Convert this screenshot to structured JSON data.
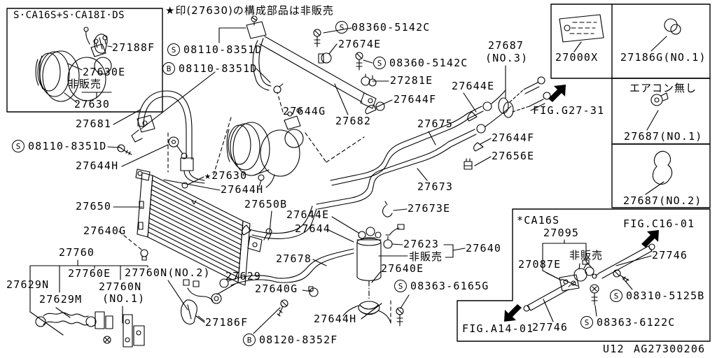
{
  "colors": {
    "background": "#ffffff",
    "line": "#000000",
    "text": "#000000"
  },
  "note": {
    "assembly_note": "★印(27630)の構成部品は非販売"
  },
  "inset_compressor": {
    "title": "S·CA16S+S·CA18I·DS",
    "parts": {
      "p27188F": "27188F",
      "p27630E": "27630E",
      "not_sold": "非販売",
      "p27630": "27630"
    }
  },
  "main": {
    "parts": {
      "p27674E": "27674E",
      "p27281E": "27281E",
      "p27687no3_line1": "27687",
      "p27687no3_line2": "(NO.3)",
      "p27644E_a": "27644E",
      "p27644F_a": "27644F",
      "p27644G": "27644G",
      "p27682": "27682",
      "p27675": "27675",
      "p27644F_b": "27644F",
      "p27656E": "27656E",
      "p27681": "27681",
      "p27644H_a": "27644H",
      "star27630": "★27630",
      "p27644H_b": "27644H",
      "p27673": "27673",
      "p27650": "27650",
      "p27650B": "27650B",
      "p27673E": "27673E",
      "p27644E_b": "27644E",
      "p27644": "27644",
      "p27640G_a": "27640G",
      "p27623": "27623",
      "p27640": "27640",
      "not_sold": "非販売",
      "p27678": "27678",
      "p27760": "27760",
      "p27640E": "27640E",
      "p27760E": "27760E",
      "p27760N_no2": "27760N(NO.2)",
      "p27629N": "27629N",
      "p27760N_no1_line1": "27760N",
      "p27760N_no1_line2": "(NO.1)",
      "p27629M": "27629M",
      "p27629": "27629",
      "p27640G_b": "27640G",
      "p27186F": "27186F",
      "p27644H_c": "27644H"
    },
    "fasteners": {
      "s08360a": {
        "letter": "S",
        "number": "08360-5142C"
      },
      "s08110a": {
        "letter": "S",
        "number": "08110-8351D"
      },
      "b08110": {
        "letter": "B",
        "number": "08110-8351D"
      },
      "s08360b": {
        "letter": "S",
        "number": "08360-5142C"
      },
      "s08110b": {
        "letter": "S",
        "number": "08110-8351D"
      },
      "s08363a": {
        "letter": "S",
        "number": "08363-6165G"
      },
      "b08120": {
        "letter": "B",
        "number": "08120-8352F"
      }
    },
    "figures": {
      "g27": "FIG.G27-31"
    }
  },
  "parts_grid": {
    "p27000X": "27000X",
    "p27186G": "27186G(NO.1)",
    "no_aircon": "エアコン無し",
    "p27687no1": "27687(NO.1)",
    "p27687no2": "27687(NO.2)"
  },
  "inset_br": {
    "condition": "*CA16S",
    "parts": {
      "p27095": "27095",
      "p27087E": "27087E",
      "not_sold": "非販売",
      "p27746_a": "27746",
      "p27746_b": "27746"
    },
    "fasteners": {
      "s08310": {
        "letter": "S",
        "number": "08310-5125B"
      },
      "s08363b": {
        "letter": "S",
        "number": "08363-6122C"
      }
    },
    "figures": {
      "c16": "FIG.C16-01",
      "a14": "FIG.A14-01"
    }
  },
  "footer": {
    "model": "U12",
    "drawing_no": "AG27300206"
  }
}
